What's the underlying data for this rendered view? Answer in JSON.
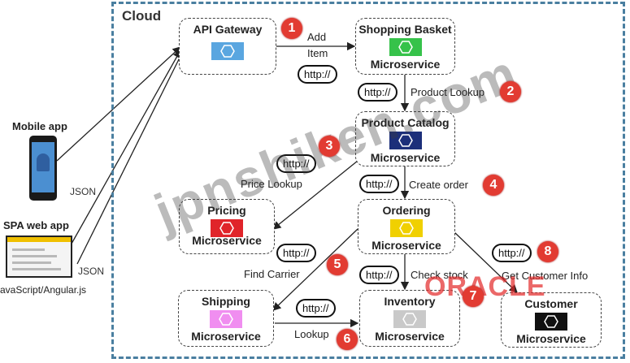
{
  "cloud": {
    "title": "Cloud"
  },
  "clients": {
    "mobile": {
      "label": "Mobile app",
      "format": "JSON"
    },
    "spa": {
      "label": "SPA web app",
      "format": "JSON",
      "caption": "avaScript/Angular.js"
    }
  },
  "services": [
    {
      "id": "gateway",
      "title": "API Gateway",
      "subtitle": "",
      "icon_color": "#5aa6e0"
    },
    {
      "id": "basket",
      "title": "Shopping Basket",
      "subtitle": "Microservice",
      "icon_color": "#36c24a"
    },
    {
      "id": "catalog",
      "title": "Product Catalog",
      "subtitle": "Microservice",
      "icon_color": "#1c2f7a"
    },
    {
      "id": "pricing",
      "title": "Pricing",
      "subtitle": "Microservice",
      "icon_color": "#e0242a"
    },
    {
      "id": "ordering",
      "title": "Ordering",
      "subtitle": "Microservice",
      "icon_color": "#f0d000"
    },
    {
      "id": "shipping",
      "title": "Shipping",
      "subtitle": "Microservice",
      "icon_color": "#f08ef0"
    },
    {
      "id": "inventory",
      "title": "Inventory",
      "subtitle": "Microservice",
      "icon_color": "#c9c9c9"
    },
    {
      "id": "customer",
      "title": "Customer",
      "subtitle": "Microservice",
      "icon_color": "#111111"
    }
  ],
  "steps": [
    {
      "num": "1",
      "label_line1": "Add",
      "label_line2": "Item"
    },
    {
      "num": "2",
      "label": "Product Lookup"
    },
    {
      "num": "3",
      "label": "Price Lookup"
    },
    {
      "num": "4",
      "label": "Create order"
    },
    {
      "num": "5",
      "label": "Find Carrier"
    },
    {
      "num": "6",
      "label": "Lookup"
    },
    {
      "num": "7",
      "label": "Check stock"
    },
    {
      "num": "8",
      "label": "Get Customer Info"
    }
  ],
  "protocol": "http://",
  "watermarks": {
    "site": "jpnshiken.com",
    "brand": "ORACLE"
  },
  "colors": {
    "frame": "#4a7fa0",
    "badge": "#e23b32"
  }
}
